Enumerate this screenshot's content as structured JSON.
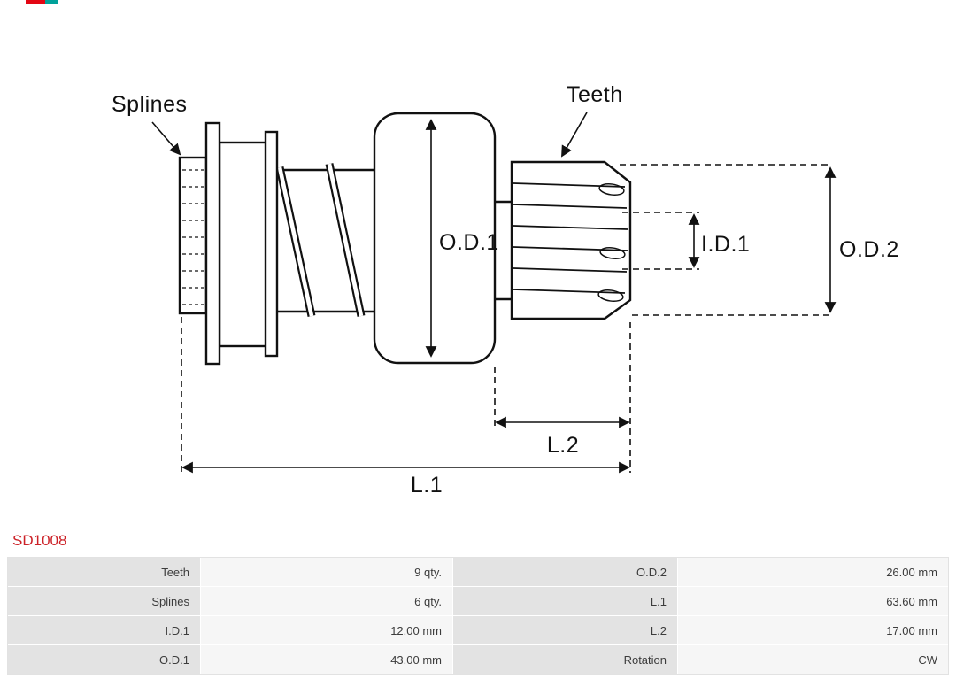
{
  "logo": {
    "colors": {
      "red": "#e30613",
      "teal": "#00a19a"
    }
  },
  "diagram": {
    "labels": {
      "splines": "Splines",
      "teeth": "Teeth",
      "od1": "O.D.1",
      "id1": "I.D.1",
      "od2": "O.D.2",
      "l2": "L.2",
      "l1": "L.1"
    }
  },
  "part_number": "SD1008",
  "colors": {
    "part_number": "#cc2127",
    "line": "#111111"
  },
  "table": {
    "rows": [
      {
        "label1": "Teeth",
        "value1": "9 qty.",
        "label2": "O.D.2",
        "value2": "26.00 mm"
      },
      {
        "label1": "Splines",
        "value1": "6 qty.",
        "label2": "L.1",
        "value2": "63.60 mm"
      },
      {
        "label1": "I.D.1",
        "value1": "12.00 mm",
        "label2": "L.2",
        "value2": "17.00 mm"
      },
      {
        "label1": "O.D.1",
        "value1": "43.00 mm",
        "label2": "Rotation",
        "value2": "CW"
      }
    ]
  }
}
